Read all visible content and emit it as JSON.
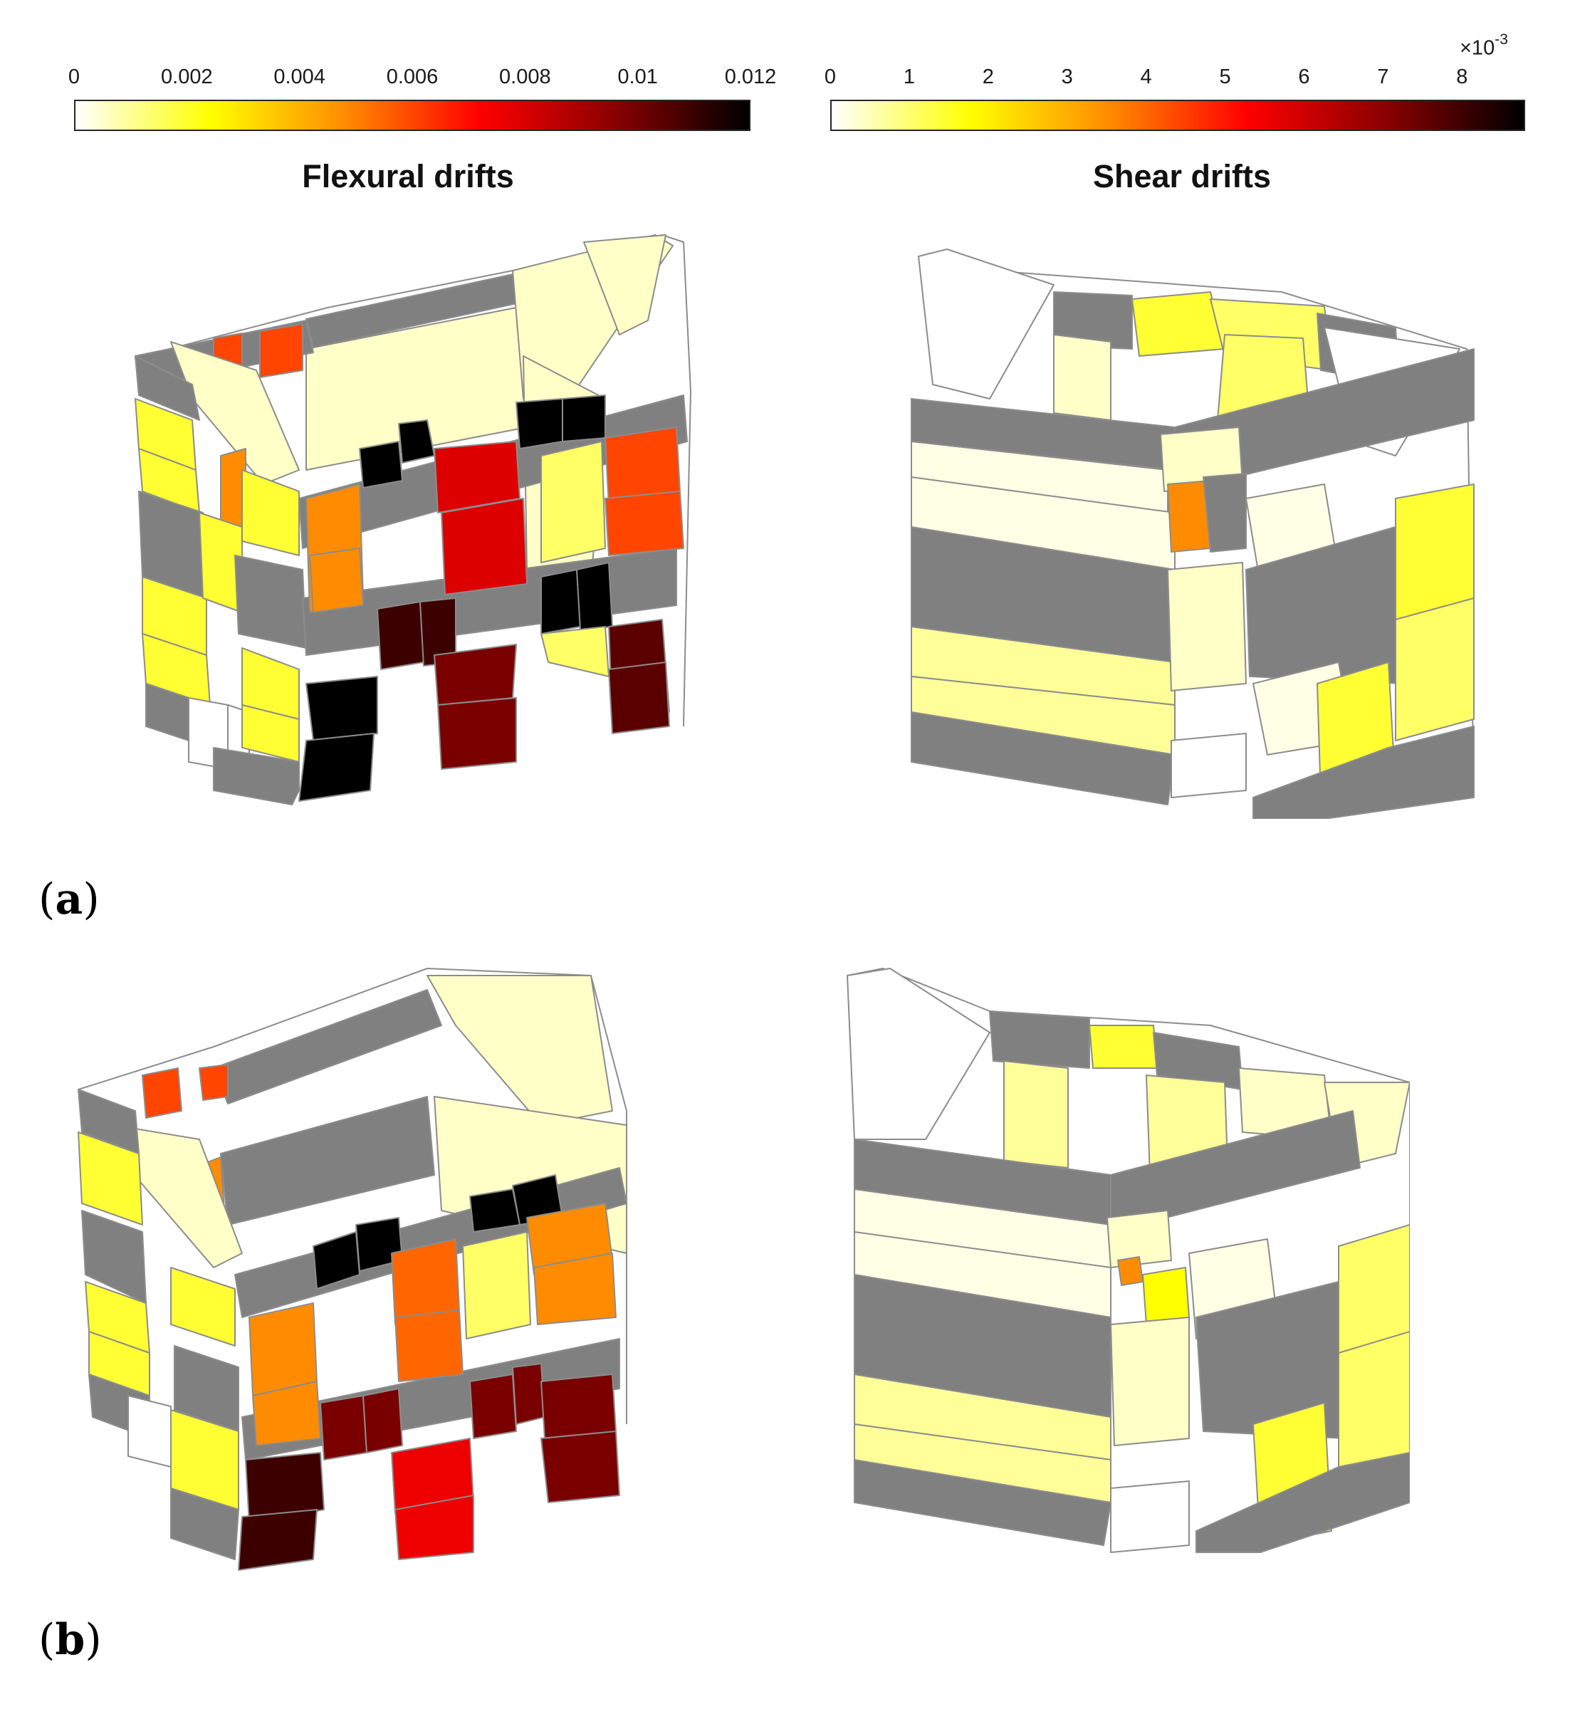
{
  "colorbars": {
    "flexural": {
      "ticks": [
        "0",
        "0.002",
        "0.004",
        "0.006",
        "0.008",
        "0.01",
        "0.012"
      ],
      "range": [
        0,
        0.012
      ],
      "title": "Flexural drifts",
      "colormap": [
        "#ffffff",
        "#ffff00",
        "#ff8c00",
        "#ff0000",
        "#8b0000",
        "#000000"
      ]
    },
    "shear": {
      "ticks": [
        "0",
        "1",
        "2",
        "3",
        "4",
        "5",
        "6",
        "7",
        "8"
      ],
      "range": [
        0,
        0.0088
      ],
      "multiplier_base": "×10",
      "multiplier_exp": "-3",
      "title": "Shear drifts",
      "colormap": [
        "#ffffff",
        "#ffff00",
        "#ff8c00",
        "#ff0000",
        "#8b0000",
        "#000000"
      ]
    }
  },
  "panels": {
    "a": "a",
    "b": "b"
  },
  "colors": {
    "spandrel_gray": "#808080",
    "light_yellow": "#ffffc8",
    "yellow": "#ffff33",
    "orange": "#ff8c00",
    "red": "#dd0000",
    "dark_red": "#7a0000",
    "black": "#000000",
    "outline": "#8c8c8c"
  }
}
